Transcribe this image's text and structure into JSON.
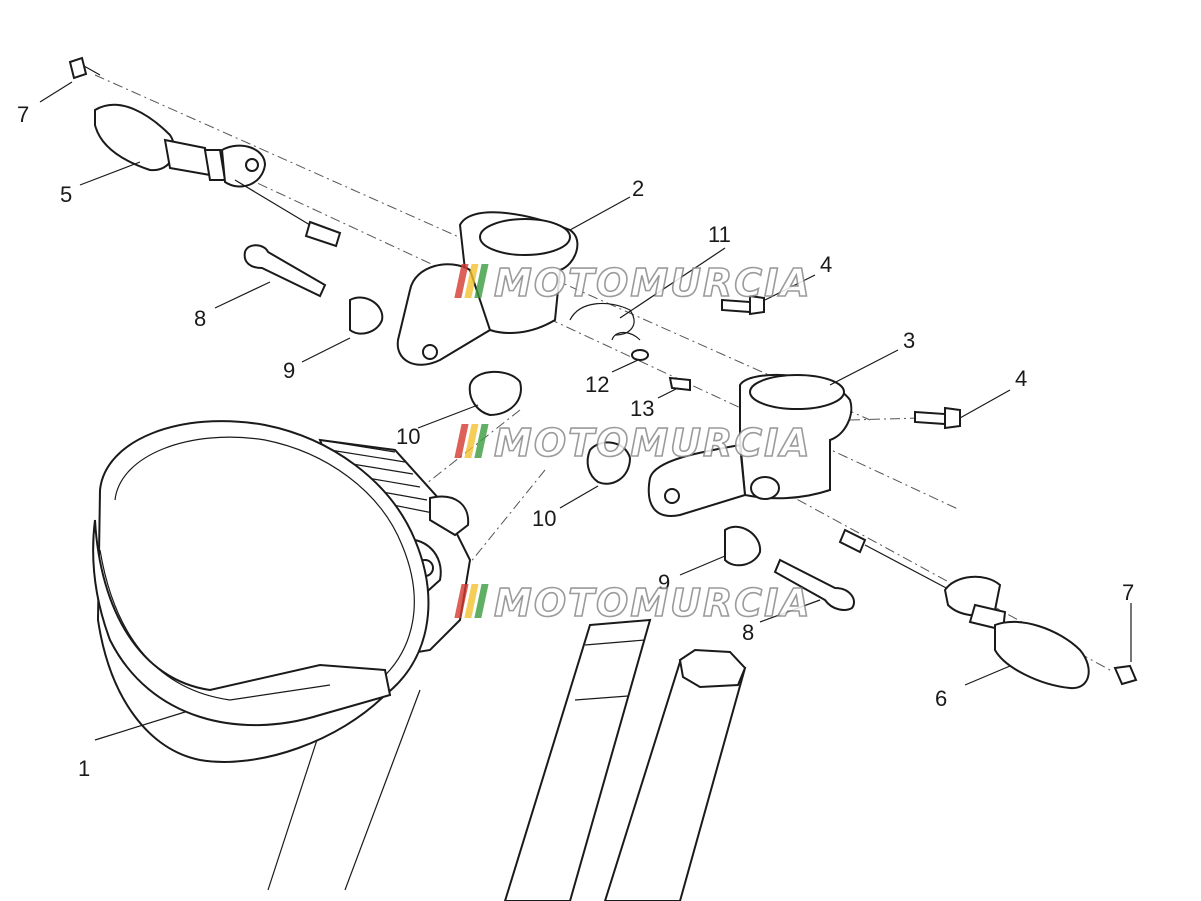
{
  "watermark": {
    "text": "MOTOMURCIA",
    "stripe_colors": [
      "#d43a2f",
      "#f2c230",
      "#3a9a3f"
    ]
  },
  "callouts": [
    {
      "label": "1"
    },
    {
      "label": "2"
    },
    {
      "label": "3"
    },
    {
      "label": "4"
    },
    {
      "label": "4"
    },
    {
      "label": "5"
    },
    {
      "label": "6"
    },
    {
      "label": "7"
    },
    {
      "label": "7"
    },
    {
      "label": "8"
    },
    {
      "label": "8"
    },
    {
      "label": "9"
    },
    {
      "label": "9"
    },
    {
      "label": "10"
    },
    {
      "label": "10"
    },
    {
      "label": "11"
    },
    {
      "label": "12"
    },
    {
      "label": "13"
    }
  ]
}
